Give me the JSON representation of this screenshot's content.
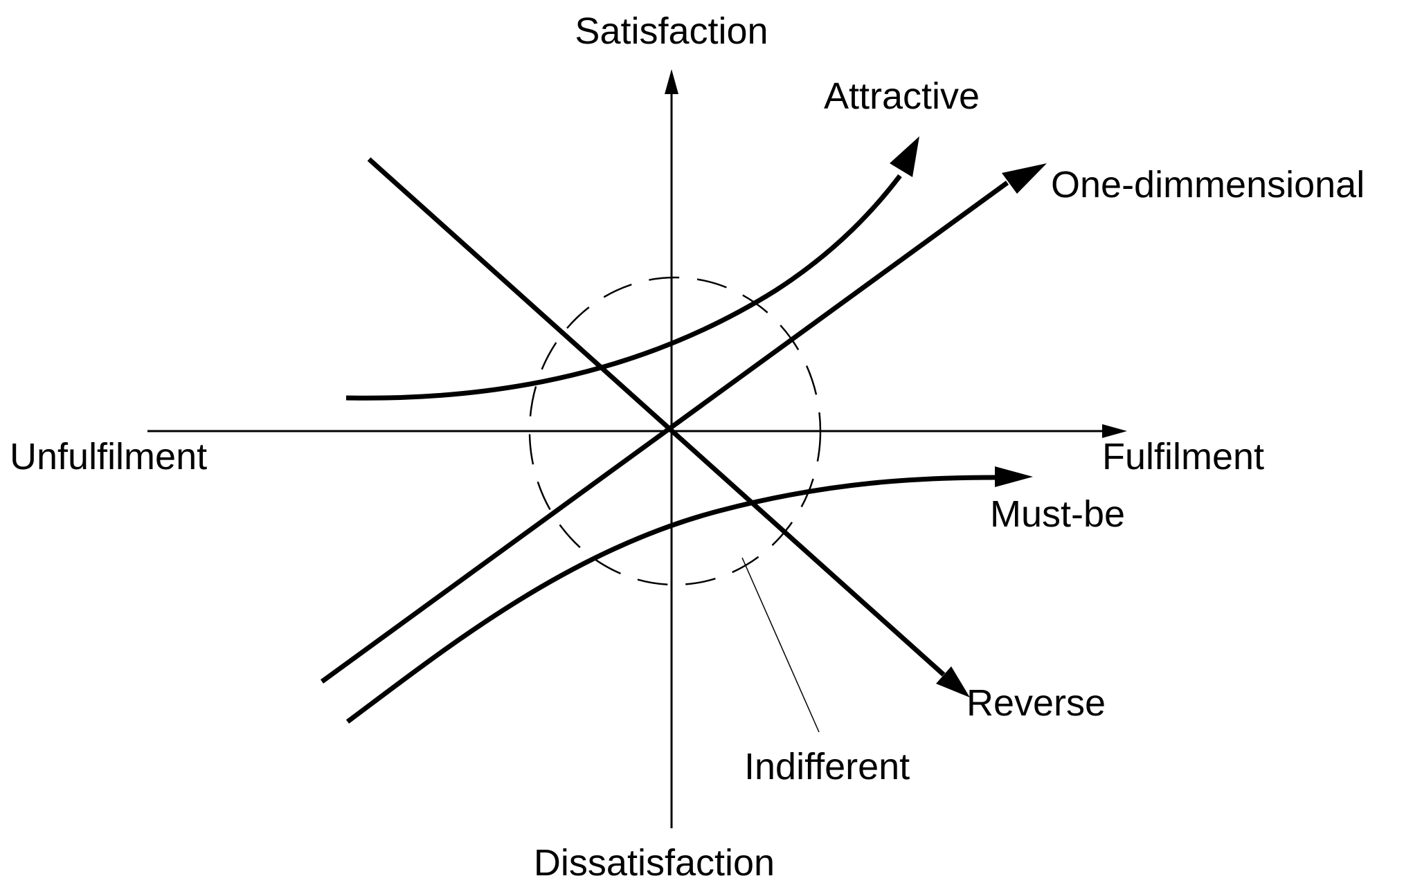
{
  "axes": {
    "top": "Satisfaction",
    "bottom": "Dissatisfaction",
    "left": "Unfulfilment",
    "right": "Fulfilment"
  },
  "curves": {
    "attractive": "Attractive",
    "one_dimensional": "One-dimmensional",
    "must_be": "Must-be",
    "reverse": "Reverse",
    "indifferent": "Indifferent"
  },
  "colors": {
    "line": "#000000",
    "background": "#ffffff"
  }
}
